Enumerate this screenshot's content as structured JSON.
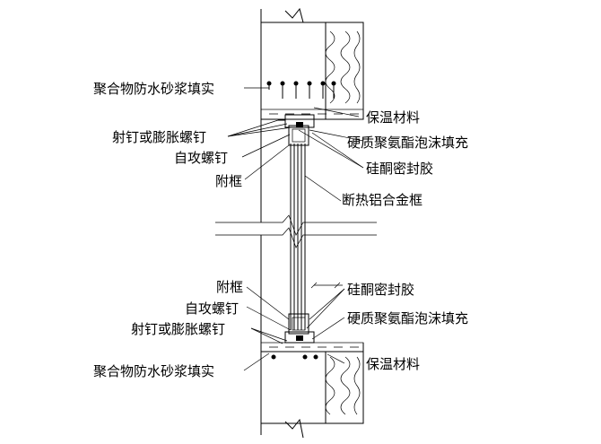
{
  "labels": {
    "mortar_top": "聚合物防水砂浆填实",
    "insulation_top": "保温材料",
    "nail_top": "射钉或膨胀螺钉",
    "foam_top": "硬质聚氨酯泡沫填充",
    "screw_top": "自攻螺钉",
    "sealant_top": "硅酮密封胶",
    "subframe_top": "附框",
    "alu_frame": "断热铝合金框",
    "subframe_bottom": "附框",
    "sealant_bottom": "硅酮密封胶",
    "screw_bottom": "自攻螺钉",
    "foam_bottom": "硬质聚氨酯泡沫填充",
    "nail_bottom": "射钉或膨胀螺钉",
    "mortar_bottom": "聚合物防水砂浆填实",
    "insulation_bottom": "保温材料"
  }
}
